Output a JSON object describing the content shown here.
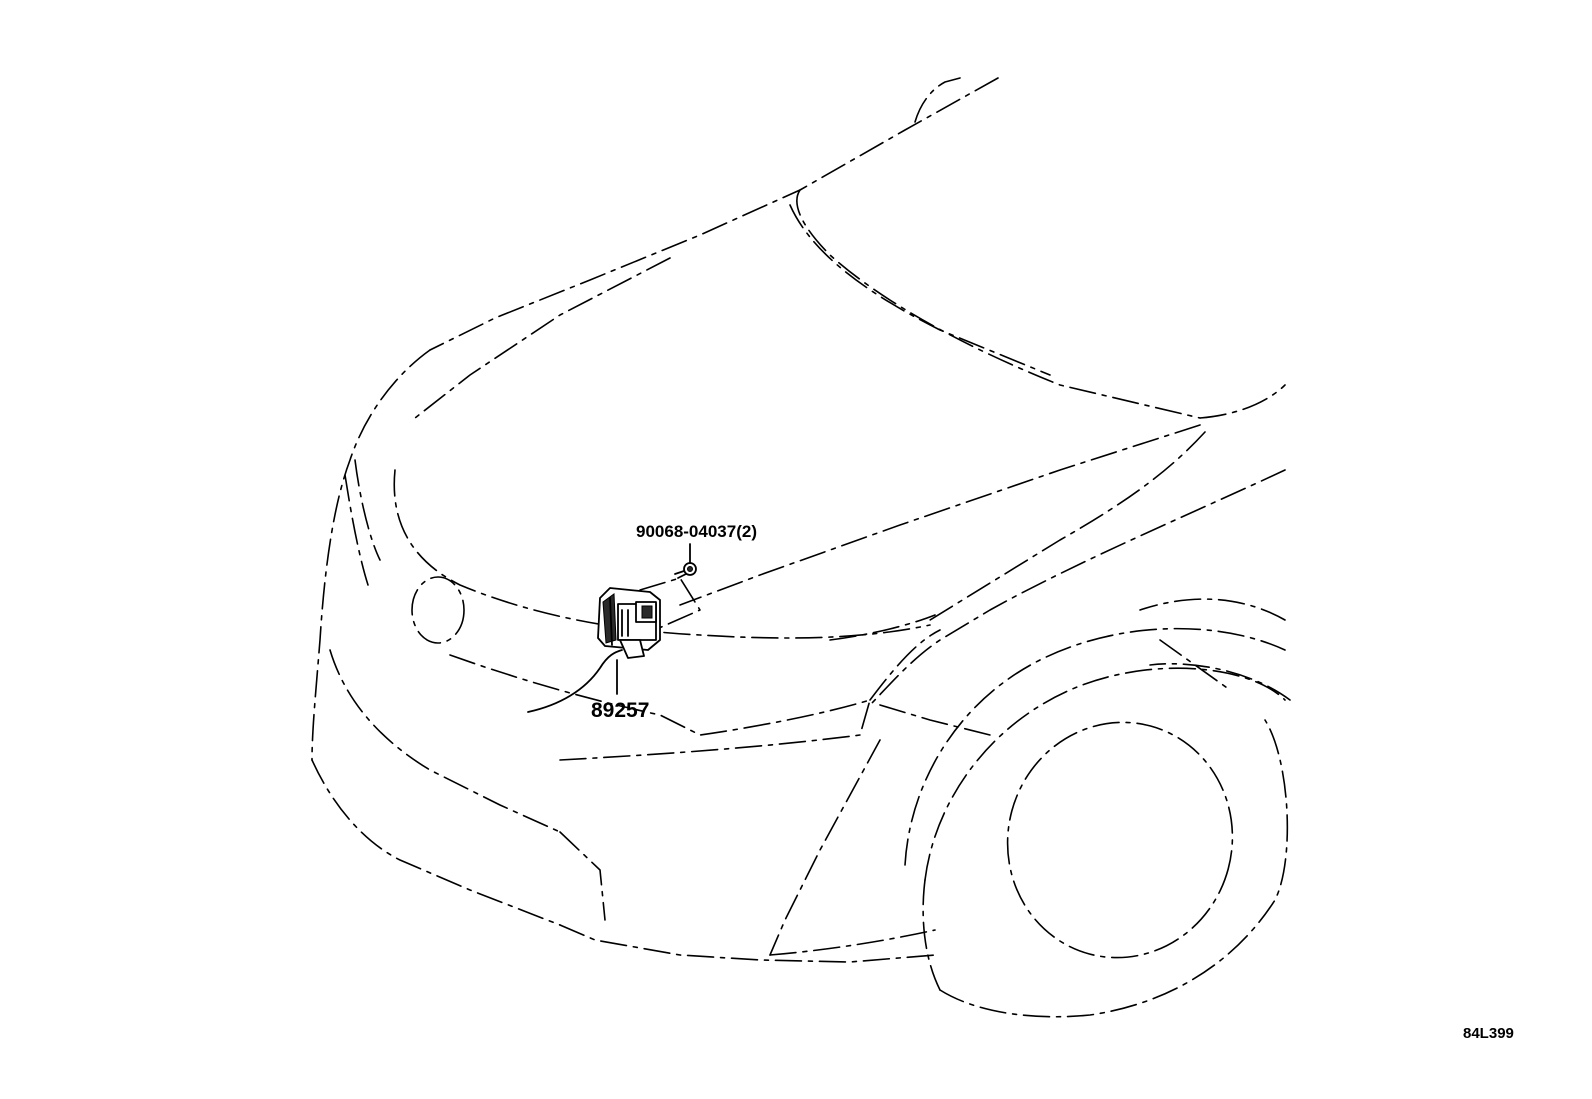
{
  "diagram": {
    "callouts": [
      {
        "id": "bolt",
        "label": "90068-04037(2)"
      },
      {
        "id": "sensor",
        "label": "89257"
      }
    ],
    "reference_code": "84L399"
  }
}
